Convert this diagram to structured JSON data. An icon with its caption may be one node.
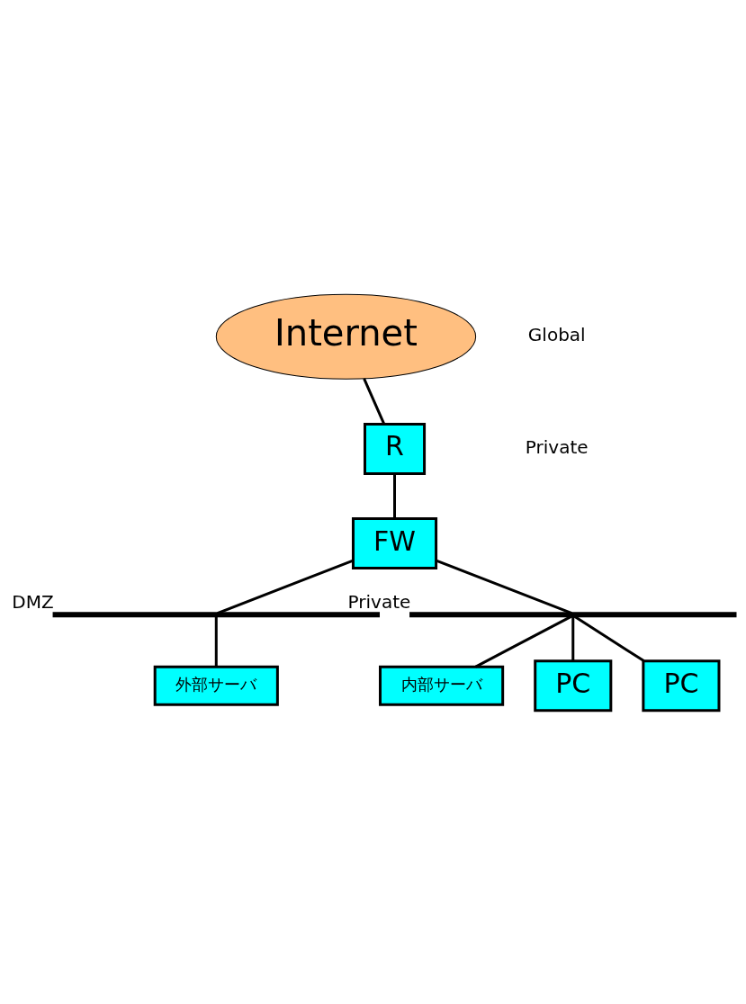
{
  "diagram": {
    "nodes": [
      {
        "text": [
          "Internet"
        ]
      },
      {
        "text": [
          "R"
        ]
      },
      {
        "text": [
          "FW"
        ]
      },
      {
        "text": [],
        "shape": "bar",
        "beside": [
          "DMZ"
        ]
      },
      {
        "text": [
          "外部サーバ"
        ]
      },
      {
        "text": [],
        "shape": "bar",
        "beside": [
          "Private"
        ]
      },
      {
        "text": [
          "内部サーバ"
        ]
      },
      {
        "text": [
          "PC"
        ]
      },
      {
        "text": [
          "PC"
        ]
      }
    ],
    "edges": [
      {
        "from": 0,
        "to": 1,
        "arrow": "none"
      },
      {
        "from": 1,
        "to": 2,
        "arrow": "none"
      },
      {
        "from": 2,
        "to": 3,
        "arrow": "none"
      },
      {
        "from": 3,
        "to": 4,
        "arrow": "none"
      },
      {
        "from": 2,
        "to": 5,
        "arrow": "none"
      },
      {
        "from": 5,
        "to": 6,
        "arrow": "none"
      },
      {
        "from": 5,
        "to": 7,
        "arrow": "none"
      },
      {
        "from": 5,
        "to": 8,
        "arrow": "none"
      }
    ],
    "labels": [
      "Global",
      "Private"
    ]
  }
}
